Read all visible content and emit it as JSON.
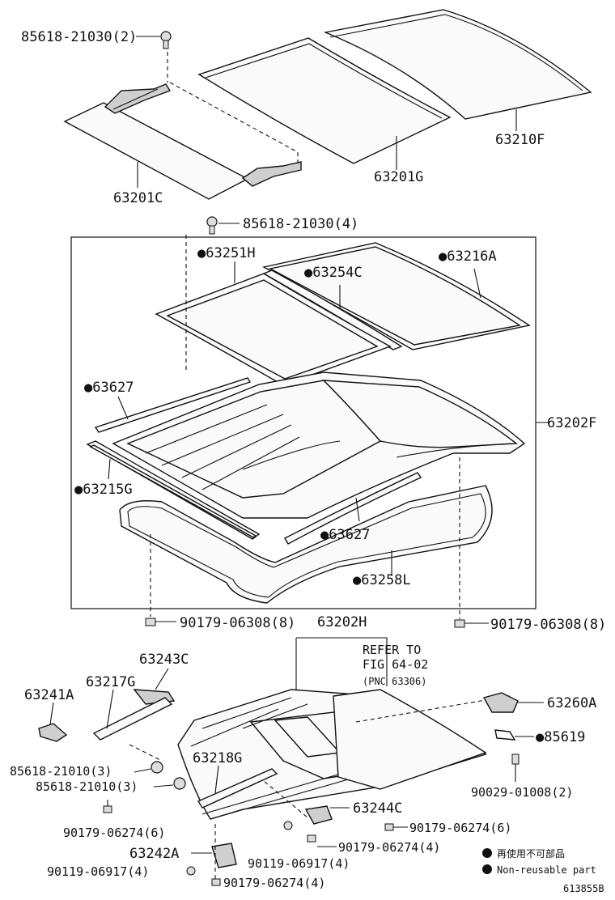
{
  "labels": {
    "top_bolt": "85618-21030(2)",
    "sunshade": "63201C",
    "glass_panel": "63201G",
    "roof_panel": "63210F",
    "mid_bolt": "85618-21030(4)",
    "weatherstrip_h": "●63251H",
    "seal_c": "●63254C",
    "seal_a": "●63216A",
    "seal_627_top": "●63627",
    "assembly": "63202F",
    "seal_g": "●63215G",
    "seal_627_bottom": "●63627",
    "seal_l": "●63258L",
    "clip_left": "90179-06308(8)",
    "frame_h": "63202H",
    "clip_right": "90179-06308(8)",
    "refer_line1": "REFER TO",
    "refer_line2": "FIG 64-02",
    "refer_line3": "(PNC 63306)",
    "bracket_c": "63243C",
    "bracket_g": "63217G",
    "bracket_a": "63241A",
    "motor": "63260A",
    "seal_619": "●85619",
    "bolt_21010_a": "85618-21010(3)",
    "bolt_21010_b": "85618-21010(3)",
    "drain_g": "63218G",
    "screw_01008": "90029-01008(2)",
    "nut_left": "90179-06274(6)",
    "guide_c": "63244C",
    "nut_right": "90179-06274(6)",
    "guide_a": "63242A",
    "screw_mid": "90119-06917(4)",
    "nut_mid": "90179-06274(4)",
    "screw_bottom": "90119-06917(4)",
    "nut_bottom": "90179-06274(4)"
  },
  "legend": {
    "jp": "再使用不可部品",
    "en": "Non-reusable part"
  },
  "diagram_id": "613855B"
}
